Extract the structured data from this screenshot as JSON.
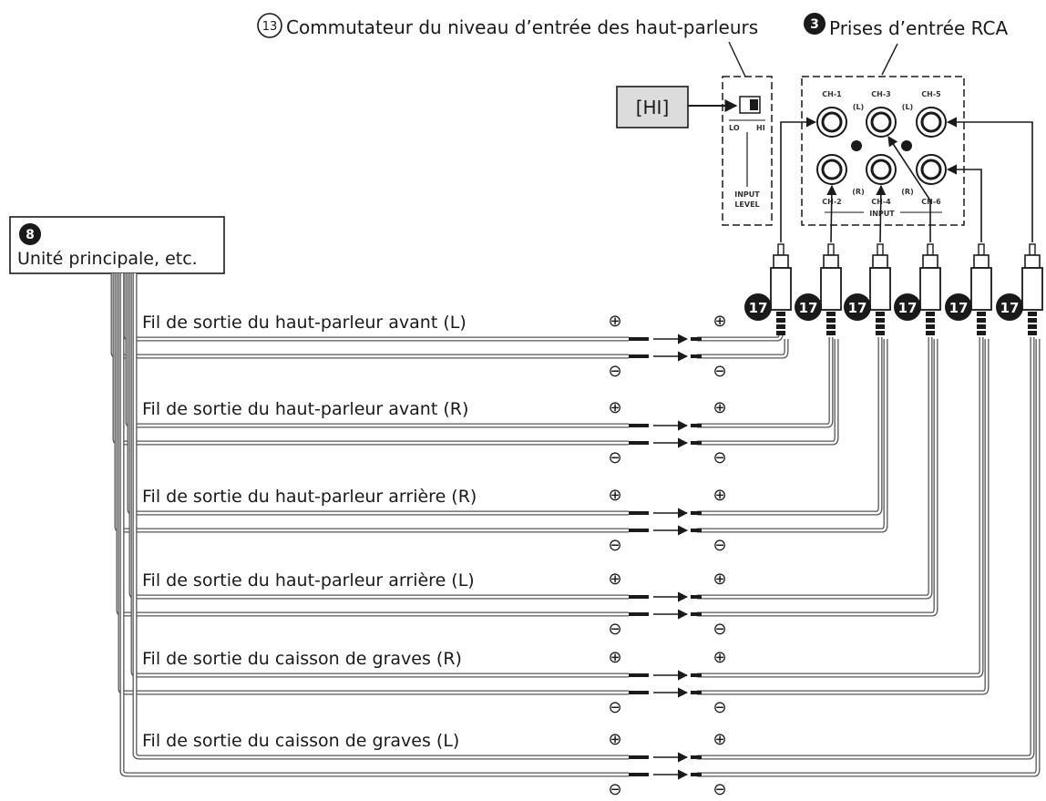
{
  "header": {
    "switch_number": "13",
    "switch_label": "Commutateur du niveau d’entrée des haut-parleurs",
    "rca_number": "3",
    "rca_label": "Prises d’entrée RCA"
  },
  "hi_box": {
    "label": "[HI]"
  },
  "switch_panel": {
    "lo": "LO",
    "hi": "HI",
    "input_level": [
      "INPUT",
      "LEVEL"
    ]
  },
  "rca_panel": {
    "channels": [
      "CH-1",
      "CH-3",
      "CH-5",
      "CH-2",
      "CH-4",
      "CH-6"
    ],
    "side_labels": [
      "(L)",
      "(L)",
      "(R)",
      "(R)"
    ],
    "input": "INPUT"
  },
  "main_unit": {
    "number": "8",
    "label": "Unité principale, etc."
  },
  "connector_number": "17",
  "wires": [
    {
      "label": "Fil de sortie du haut-parleur avant (L)"
    },
    {
      "label": "Fil de sortie du haut-parleur avant (R)"
    },
    {
      "label": "Fil de sortie du haut-parleur arrière (R)"
    },
    {
      "label": "Fil de sortie du haut-parleur arrière (L)"
    },
    {
      "label": "Fil de sortie du caisson de graves (R)"
    },
    {
      "label": "Fil de sortie du caisson de graves (L)"
    }
  ],
  "polarity": {
    "plus": "⊕",
    "minus": "⊖"
  }
}
